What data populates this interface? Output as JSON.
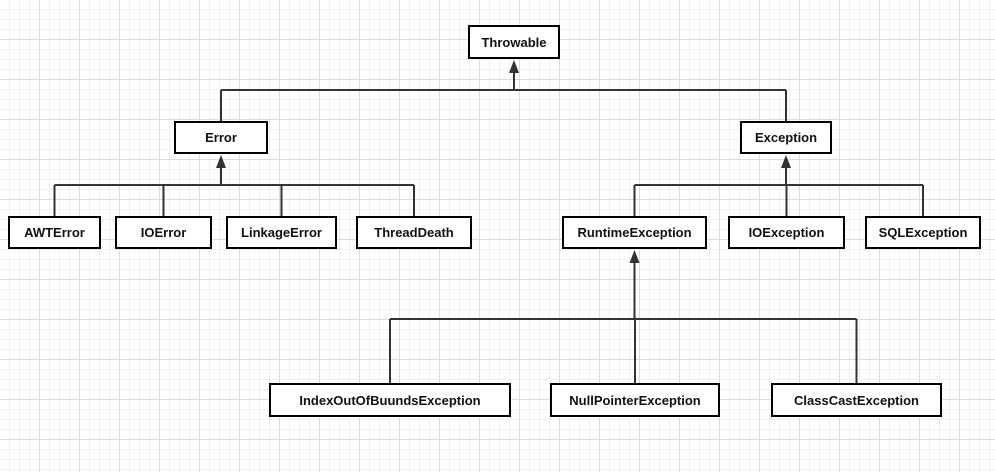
{
  "nodes": {
    "throwable": "Throwable",
    "error": "Error",
    "exception": "Exception",
    "awt_error": "AWTError",
    "io_error": "IOError",
    "linkage_error": "LinkageError",
    "thread_death": "ThreadDeath",
    "runtime_exception": "RuntimeException",
    "io_exception": "IOException",
    "sql_exception": "SQLException",
    "index_out_of_bounds_exception": "IndexOutOfBuundsException",
    "null_pointer_exception": "NullPointerException",
    "class_cast_exception": "ClassCastException"
  },
  "edges": [
    {
      "parent": "throwable",
      "children": [
        "error",
        "exception"
      ]
    },
    {
      "parent": "error",
      "children": [
        "awt_error",
        "io_error",
        "linkage_error",
        "thread_death"
      ]
    },
    {
      "parent": "exception",
      "children": [
        "runtime_exception",
        "io_exception",
        "sql_exception"
      ]
    },
    {
      "parent": "runtime_exception",
      "children": [
        "index_out_of_bounds_exception",
        "null_pointer_exception",
        "class_cast_exception"
      ]
    }
  ],
  "colors": {
    "line": "#333333",
    "border": "#000000",
    "grid": "#dcdcdc"
  }
}
